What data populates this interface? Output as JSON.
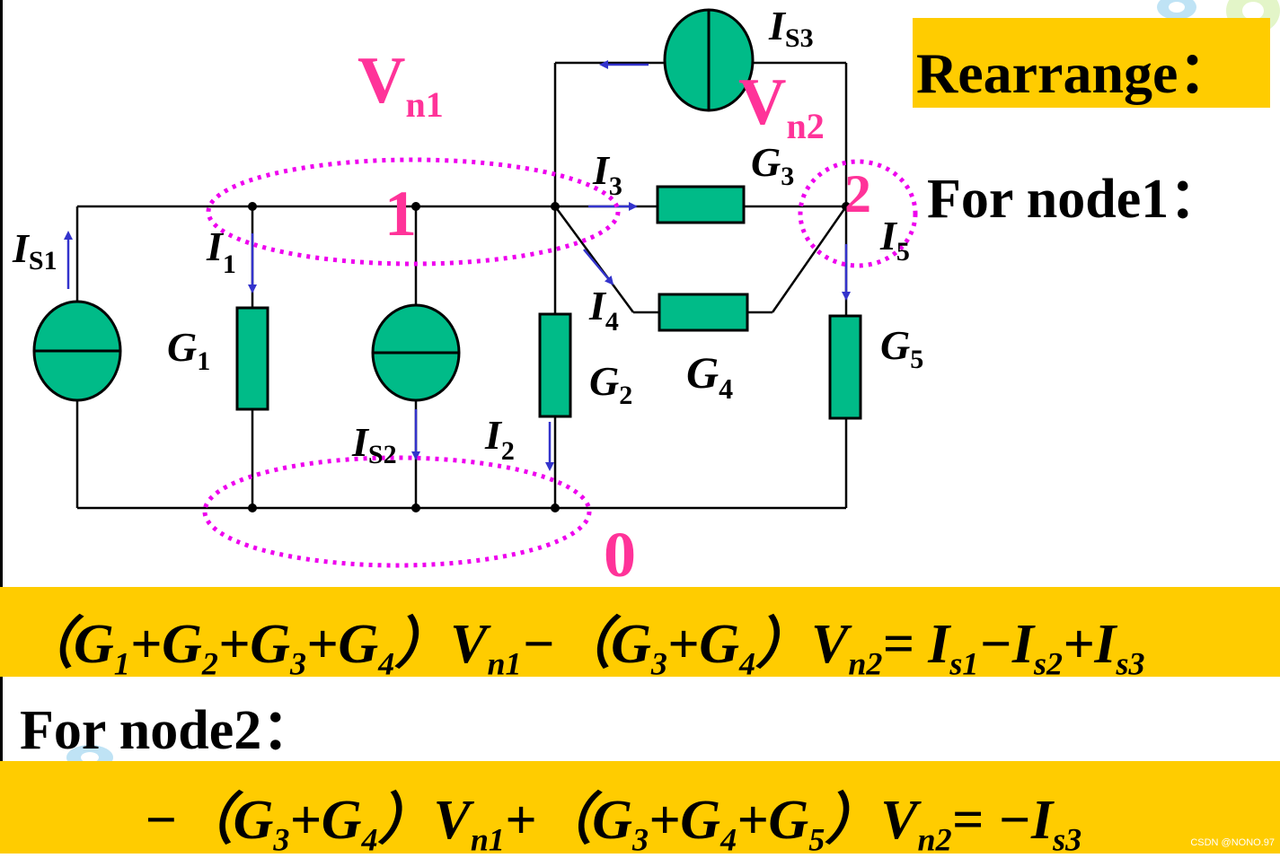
{
  "heading": "Rearrange：",
  "node1_label": "For node1：",
  "node2_label": "For node2：",
  "equations": {
    "node1": "（G1+G2+G3+G4）Vn1 −（G3+G4）Vn2 =  Is1−Is2+Is3",
    "node2": "−（G3+G4）Vn1 +（G3+G4+G5）Vn2= −Is3"
  },
  "circuit": {
    "node_labels": {
      "n1": "1",
      "n2": "2",
      "ground": "0"
    },
    "node_voltages": {
      "v1": "Vn1",
      "v2": "Vn2"
    },
    "conductances": [
      "G1",
      "G2",
      "G3",
      "G4",
      "G5"
    ],
    "currents": [
      "I1",
      "I2",
      "I3",
      "I4",
      "I5"
    ],
    "sources": [
      "IS1",
      "IS2",
      "IS3"
    ]
  },
  "watermark": "CSDN @NONO.97",
  "colors": {
    "highlight": "#FFCC00",
    "component": "#00BB88",
    "node_label": "#FF3399",
    "dotted_ring": "#EE00EE",
    "arrow": "#3333CC"
  }
}
